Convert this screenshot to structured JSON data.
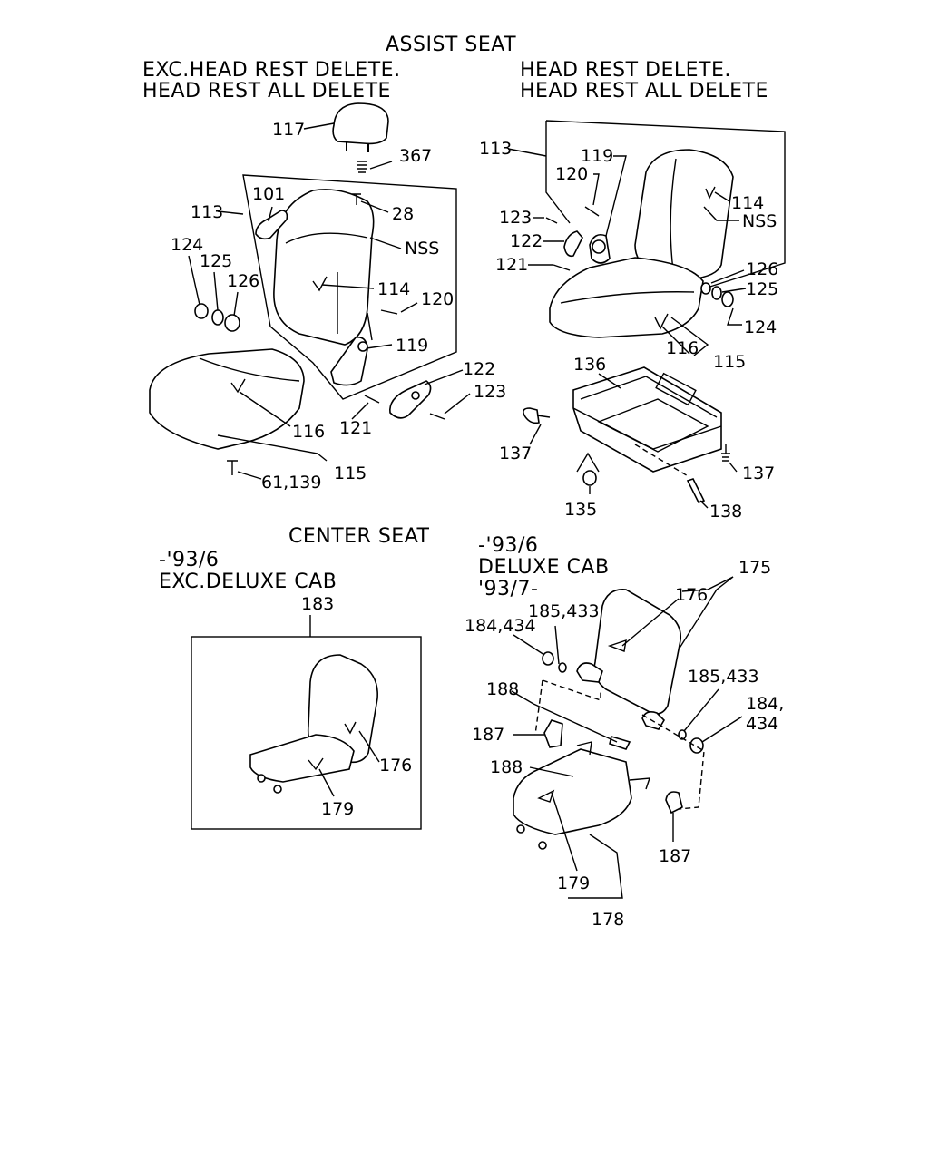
{
  "headings": {
    "assist_seat": "ASSIST SEAT",
    "left_variant": [
      "EXC.HEAD REST DELETE.",
      "HEAD REST ALL DELETE"
    ],
    "right_variant": [
      "HEAD REST DELETE.",
      "HEAD REST ALL DELETE"
    ],
    "center_seat": "CENTER SEAT",
    "center_left_variant": [
      "-'93/6",
      "EXC.DELUXE CAB"
    ],
    "center_right_variant": [
      "-'93/6",
      "DELUXE CAB",
      "'93/7-"
    ]
  },
  "callouts": {
    "left_assist": [
      "117",
      "367",
      "101",
      "28",
      "113",
      "NSS",
      "124",
      "125",
      "126",
      "114",
      "120",
      "119",
      "122",
      "123",
      "121",
      "116",
      "115",
      "61,139"
    ],
    "right_assist": [
      "113",
      "119",
      "120",
      "114",
      "NSS",
      "123",
      "122",
      "121",
      "126",
      "125",
      "124",
      "116",
      "115",
      "136",
      "137",
      "137",
      "135",
      "138"
    ],
    "center_left": [
      "183",
      "176",
      "179"
    ],
    "center_right": [
      "175",
      "176",
      "185,433",
      "184,434",
      "185,433",
      "184,",
      "434",
      "188",
      "187",
      "188",
      "187",
      "179",
      "178"
    ]
  }
}
